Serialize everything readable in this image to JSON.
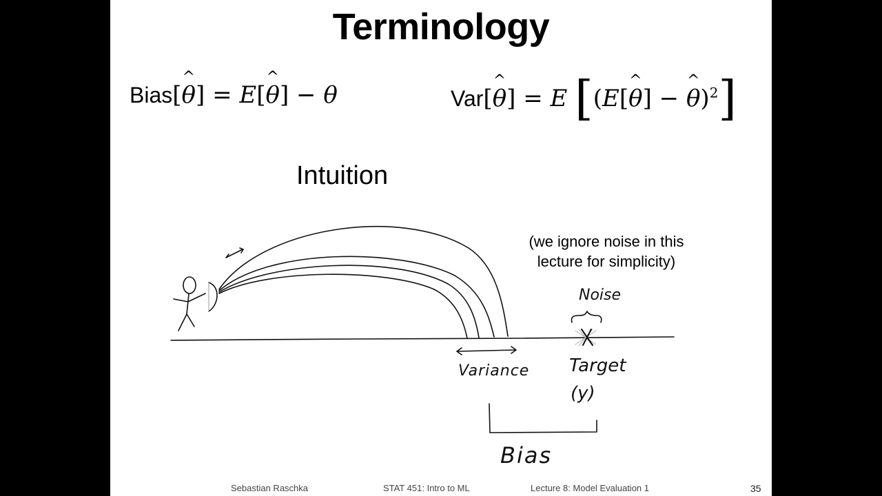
{
  "slide": {
    "title": "Terminology",
    "bias_formula": {
      "label": "Bias",
      "lhs_bracket_open": "[",
      "theta": "θ",
      "lhs_bracket_close": "]",
      "equals": "=",
      "E": "E",
      "minus": "−"
    },
    "var_formula": {
      "label": "Var",
      "exponent": "2"
    },
    "heading": "Intuition",
    "note_line1": "(we ignore noise in this",
    "note_line2": "lecture for simplicity)",
    "handwritten": {
      "noise": "Noise",
      "variance": "Variance",
      "target": "Target",
      "target_symbol": "(y)",
      "bias": "Bias"
    },
    "footer": {
      "author": "Sebastian Raschka",
      "course": "STAT 451: Intro to ML",
      "lecture": "Lecture 8: Model Evaluation 1",
      "page": "35"
    }
  }
}
